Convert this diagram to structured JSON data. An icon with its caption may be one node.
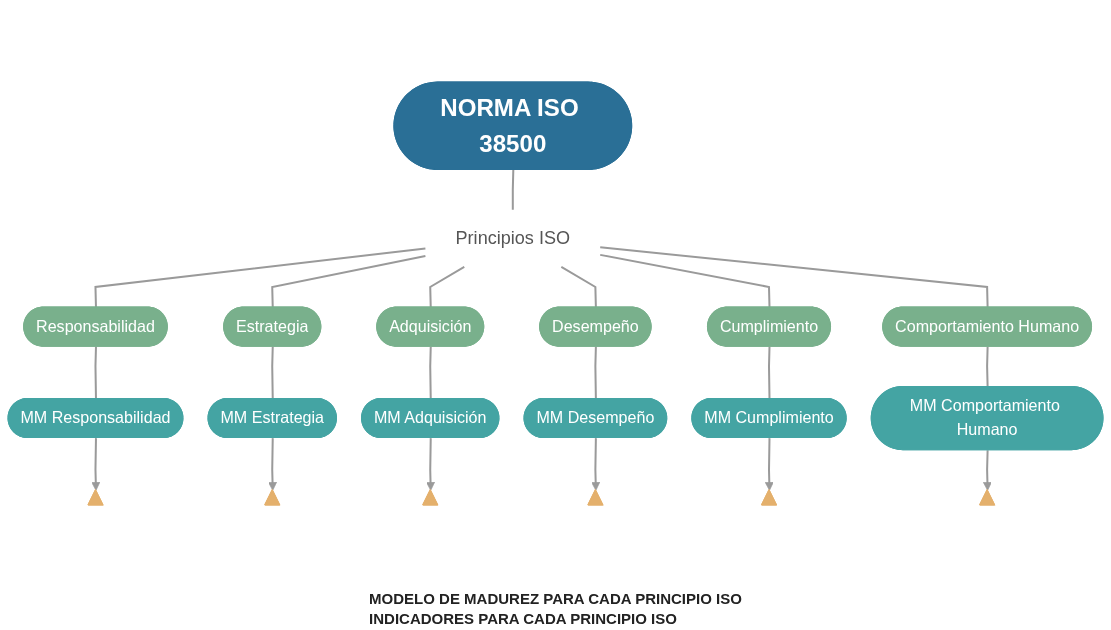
{
  "diagram": {
    "nodes": [
      {
        "text": [
          "NORMA ISO 38500"
        ]
      },
      {
        "text": [
          "Principios ISO"
        ]
      },
      {
        "text": [
          "Responsabilidad"
        ]
      },
      {
        "text": [
          "Estrategia"
        ]
      },
      {
        "text": [
          "Adquisición"
        ]
      },
      {
        "text": [
          "Desempeño"
        ]
      },
      {
        "text": [
          "Cumplimiento"
        ]
      },
      {
        "text": [
          "Comportamiento Humano"
        ]
      },
      {
        "text": [
          "MM Responsabilidad"
        ]
      },
      {
        "text": [
          "MM Estrategia"
        ]
      },
      {
        "text": [
          "MM Adquisición"
        ]
      },
      {
        "text": [
          "MM Desempeño"
        ]
      },
      {
        "text": [
          "MM Cumplimiento"
        ]
      },
      {
        "text": [
          "MM Comportamiento Humano"
        ]
      },
      {
        "text": [],
        "shape": "triangle"
      },
      {
        "text": [],
        "shape": "triangle"
      },
      {
        "text": [],
        "shape": "triangle"
      },
      {
        "text": [],
        "shape": "triangle"
      },
      {
        "text": [],
        "shape": "triangle"
      },
      {
        "text": [],
        "shape": "triangle"
      }
    ],
    "edges": [
      {
        "from": 0,
        "to": 1,
        "arrow": "none"
      },
      {
        "from": 1,
        "to": 2,
        "arrow": "none"
      },
      {
        "from": 1,
        "to": 3,
        "arrow": "none"
      },
      {
        "from": 1,
        "to": 4,
        "arrow": "none"
      },
      {
        "from": 1,
        "to": 5,
        "arrow": "none"
      },
      {
        "from": 1,
        "to": 6,
        "arrow": "none"
      },
      {
        "from": 1,
        "to": 7,
        "arrow": "none"
      },
      {
        "from": 2,
        "to": 8,
        "arrow": "none"
      },
      {
        "from": 3,
        "to": 9,
        "arrow": "none"
      },
      {
        "from": 4,
        "to": 10,
        "arrow": "none"
      },
      {
        "from": 5,
        "to": 11,
        "arrow": "none"
      },
      {
        "from": 6,
        "to": 12,
        "arrow": "none"
      },
      {
        "from": 7,
        "to": 13,
        "arrow": "none"
      },
      {
        "from": 8,
        "to": 14,
        "arrow": "to"
      },
      {
        "from": 9,
        "to": 15,
        "arrow": "to"
      },
      {
        "from": 10,
        "to": 16,
        "arrow": "to"
      },
      {
        "from": 11,
        "to": 17,
        "arrow": "to"
      },
      {
        "from": 12,
        "to": 18,
        "arrow": "to"
      },
      {
        "from": 13,
        "to": 19,
        "arrow": "to"
      }
    ],
    "labels": [
      "MODELO DE MADUREZ PARA CADA PRINCIPIO ISO",
      "INDICADORES PARA CADA PRINCIPIO ISO"
    ]
  }
}
